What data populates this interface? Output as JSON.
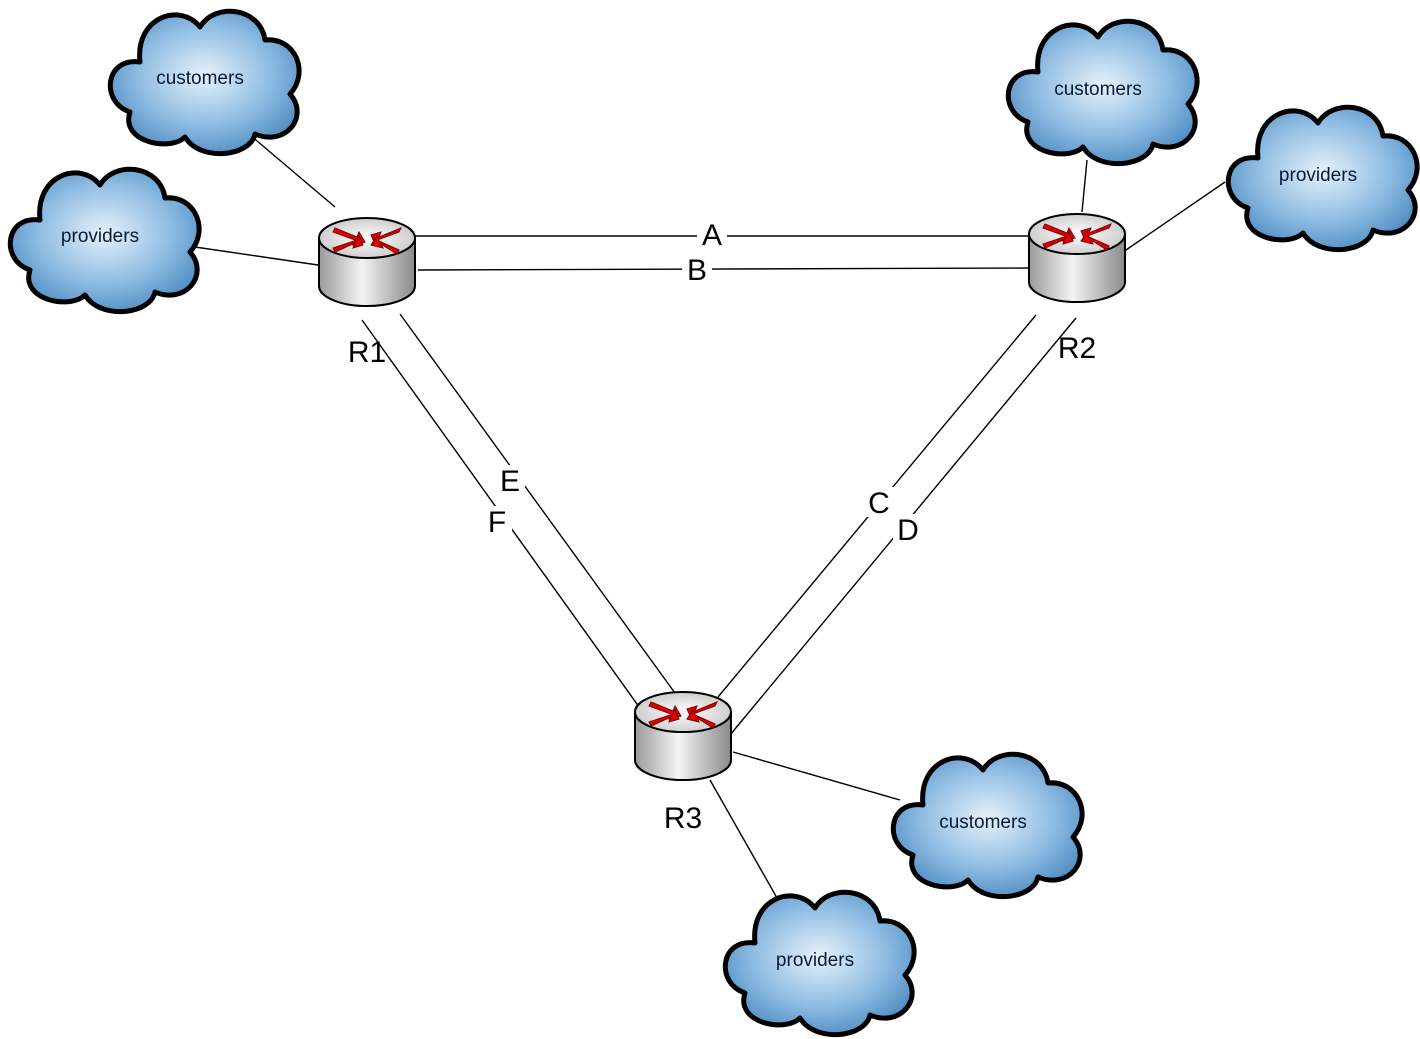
{
  "routers": [
    {
      "id": "R1",
      "label": "R1"
    },
    {
      "id": "R2",
      "label": "R2"
    },
    {
      "id": "R3",
      "label": "R3"
    }
  ],
  "links": [
    {
      "label": "A",
      "from": "R1",
      "to": "R2"
    },
    {
      "label": "B",
      "from": "R1",
      "to": "R2"
    },
    {
      "label": "C",
      "from": "R2",
      "to": "R3"
    },
    {
      "label": "D",
      "from": "R2",
      "to": "R3"
    },
    {
      "label": "E",
      "from": "R1",
      "to": "R3"
    },
    {
      "label": "F",
      "from": "R1",
      "to": "R3"
    }
  ],
  "clouds": [
    {
      "label": "customers",
      "attached_to": "R1"
    },
    {
      "label": "providers",
      "attached_to": "R1"
    },
    {
      "label": "customers",
      "attached_to": "R2"
    },
    {
      "label": "providers",
      "attached_to": "R2"
    },
    {
      "label": "customers",
      "attached_to": "R3"
    },
    {
      "label": "providers",
      "attached_to": "R3"
    }
  ],
  "colors": {
    "cloud_fill_light": "#dcecf8",
    "cloud_fill_dark": "#4f8ec4",
    "router_body": "#d9d9d9",
    "router_arrows": "#e00000",
    "lines": "#000000"
  }
}
